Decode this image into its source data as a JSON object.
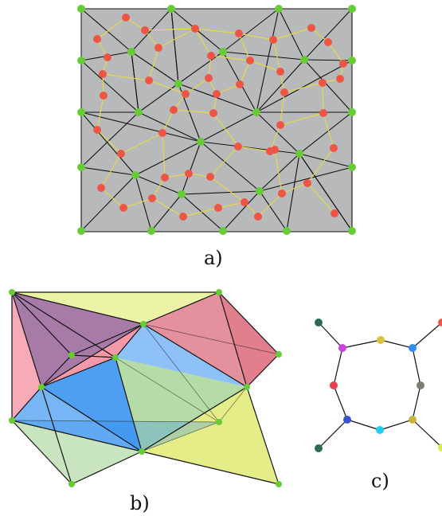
{
  "captions": {
    "a": "a)",
    "b": "b)",
    "c": "c)"
  },
  "colors": {
    "background": "#ffffff",
    "mesh_fill": "#b7b9bb",
    "mesh_edge": "#111111",
    "dual_edge": "#e6d84a",
    "mesh_vertex": "#66cc33",
    "dual_vertex": "#ee5544",
    "tet_pink": "#f48ea0",
    "tet_purple": "#8a4f8a",
    "tet_blue": "#2f8ef0",
    "tet_green": "#9ccf8a",
    "tet_yellow": "#dfe96a",
    "tet_red": "#d4485c"
  },
  "panel_c_vertex_colors": [
    "#2e6b4f",
    "#cc44dd",
    "#d9c33a",
    "#2f8ef0",
    "#e8404a",
    "#7a7d70",
    "#3a55cc",
    "#22ccee",
    "#c8b43c",
    "#2e6b4f",
    "#2e6b4f",
    "#ee5544",
    "#d9e84a"
  ]
}
